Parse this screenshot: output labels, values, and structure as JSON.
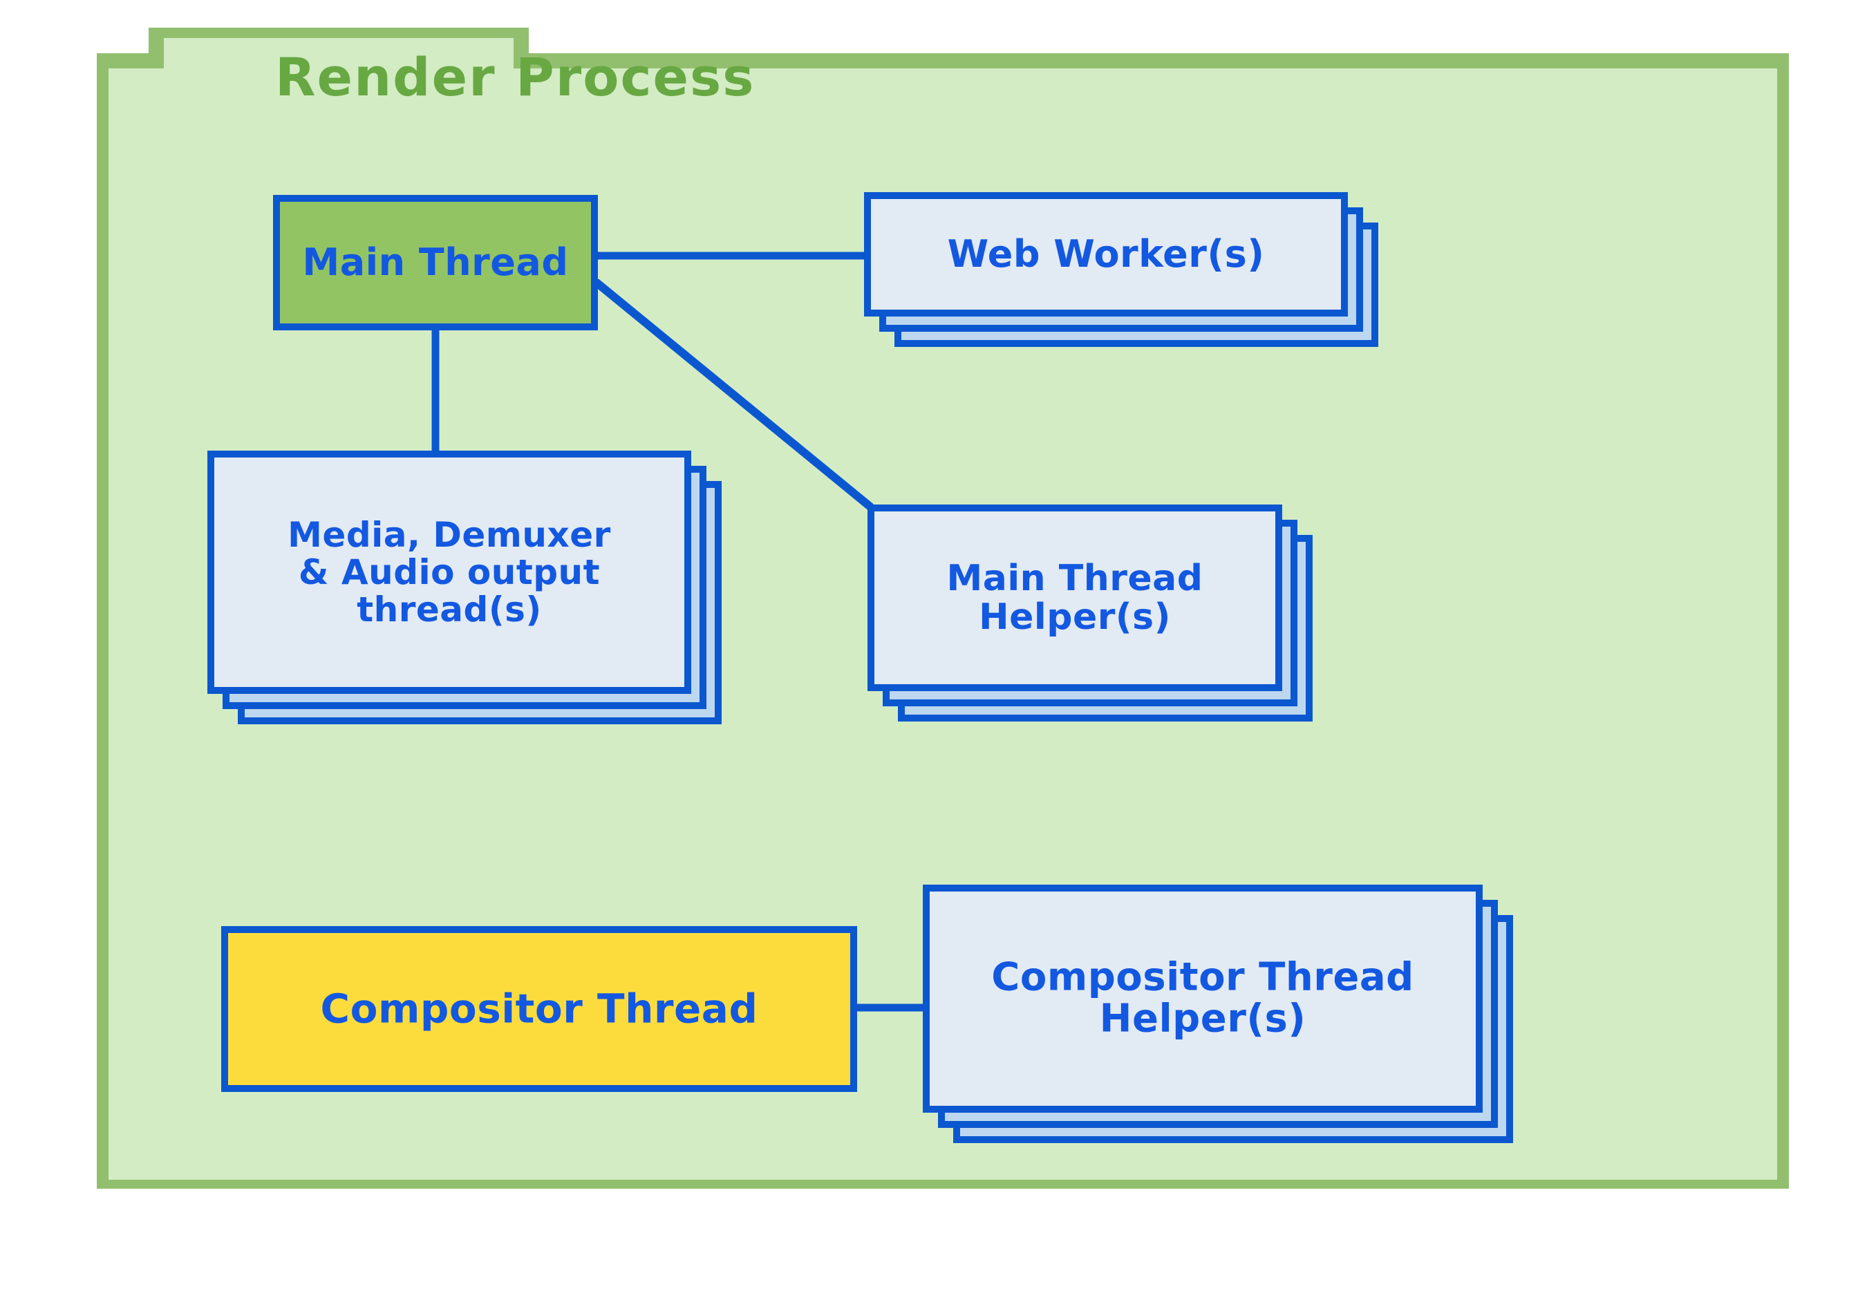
{
  "diagram": {
    "title": "Render Process",
    "colors": {
      "container_fill": "#d3ecc4",
      "container_border": "#92bf6e",
      "title_text": "#68a843",
      "node_border": "#0b57d0",
      "node_text": "#1358e0",
      "card_front_fill": "#e2eaf3",
      "card_back_fill": "#bcd7ef",
      "main_thread_fill": "#93c464",
      "compositor_fill": "#fcdc3d"
    },
    "nodes": [
      {
        "id": "main-thread",
        "label": "Main Thread",
        "stack_count": 1,
        "fill": "green"
      },
      {
        "id": "web-worker",
        "label": "Web Worker(s)",
        "stack_count": 3,
        "fill": "light"
      },
      {
        "id": "media-demuxer-audio",
        "label": "Media, Demuxer\n& Audio output\nthread(s)",
        "stack_count": 3,
        "fill": "light"
      },
      {
        "id": "main-thread-helper",
        "label": "Main Thread\nHelper(s)",
        "stack_count": 3,
        "fill": "light"
      },
      {
        "id": "compositor-thread",
        "label": "Compositor Thread",
        "stack_count": 1,
        "fill": "yellow"
      },
      {
        "id": "compositor-thread-helper",
        "label": "Compositor Thread\nHelper(s)",
        "stack_count": 3,
        "fill": "light"
      }
    ],
    "connections": [
      {
        "from": "main-thread",
        "to": "web-worker",
        "style": "horizontal"
      },
      {
        "from": "main-thread",
        "to": "main-thread-helper",
        "style": "diagonal"
      },
      {
        "from": "main-thread",
        "to": "media-demuxer-audio",
        "style": "vertical"
      },
      {
        "from": "compositor-thread",
        "to": "compositor-thread-helper",
        "style": "horizontal"
      }
    ]
  }
}
